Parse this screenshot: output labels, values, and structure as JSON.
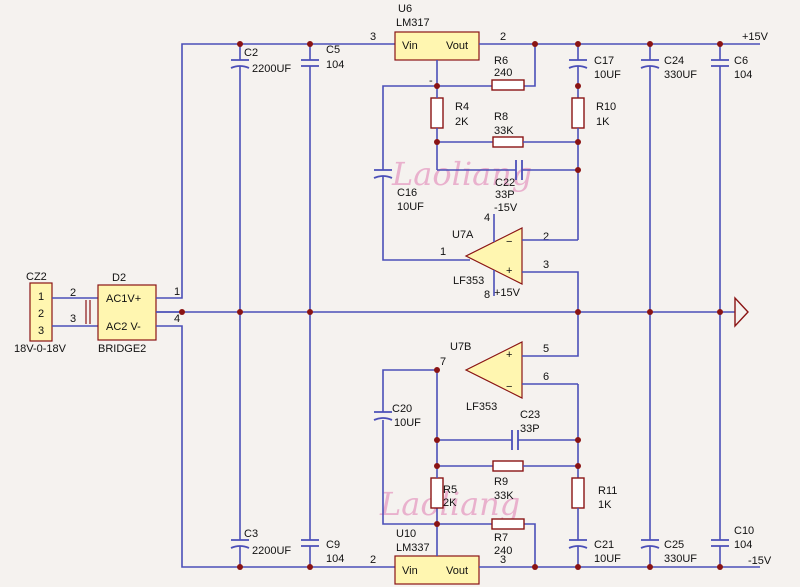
{
  "watermark": {
    "top": "Laoliang",
    "bottom": "Laoliang"
  },
  "cz2": {
    "ref": "CZ2",
    "pins": [
      "1",
      "2",
      "3"
    ],
    "value": "18V-0-18V",
    "wire_top": "2",
    "wire_bottom": "3"
  },
  "bridge": {
    "ref": "D2",
    "pin_ac1": "AC1V+",
    "pin_ac2": "AC2 V-",
    "value": "BRIDGE2",
    "out_pos": "1",
    "out_neg": "4"
  },
  "rails": {
    "pos": "+15V",
    "neg": "-15V"
  },
  "parts": {
    "C2": {
      "ref": "C2",
      "value": "2200UF"
    },
    "C5": {
      "ref": "C5",
      "value": "104"
    },
    "C3": {
      "ref": "C3",
      "value": "2200UF"
    },
    "C9": {
      "ref": "C9",
      "value": "104"
    },
    "U6": {
      "ref": "U6",
      "value": "LM317",
      "pin_in": "Vin",
      "pin_out": "Vout",
      "pin3": "3",
      "pin2": "2",
      "adj_mark": "-"
    },
    "U10": {
      "ref": "U10",
      "value": "LM337",
      "pin_in": "Vin",
      "pin_out": "Vout",
      "pin2": "2",
      "pin3": "3"
    },
    "R6": {
      "ref": "R6",
      "value": "240"
    },
    "R4": {
      "ref": "R4",
      "value": "2K"
    },
    "R8": {
      "ref": "R8",
      "value": "33K"
    },
    "R10": {
      "ref": "R10",
      "value": "1K"
    },
    "C16": {
      "ref": "C16",
      "value": "10UF"
    },
    "C22": {
      "ref": "C22",
      "value": "33P"
    },
    "C17": {
      "ref": "C17",
      "value": "10UF"
    },
    "C24": {
      "ref": "C24",
      "value": "330UF"
    },
    "C6": {
      "ref": "C6",
      "value": "104"
    },
    "U7A": {
      "ref": "U7A",
      "value": "LF353",
      "minus": "−",
      "plus": "+",
      "pin_out": "1",
      "pin_vneg": "4",
      "vneg": "-15V",
      "pin_vpos": "8",
      "vpos": "+15V",
      "pin_minus": "2",
      "pin_plus": "3"
    },
    "U7B": {
      "ref": "U7B",
      "value": "LF353",
      "plus": "+",
      "minus": "−",
      "pin_out": "7",
      "pin_plus": "5",
      "pin_minus": "6"
    },
    "R7": {
      "ref": "R7",
      "value": "240"
    },
    "R5": {
      "ref": "R5",
      "value": "2K"
    },
    "R9": {
      "ref": "R9",
      "value": "33K"
    },
    "R11": {
      "ref": "R11",
      "value": "1K"
    },
    "C20": {
      "ref": "C20",
      "value": "10UF"
    },
    "C23": {
      "ref": "C23",
      "value": "33P"
    },
    "C21": {
      "ref": "C21",
      "value": "10UF"
    },
    "C25": {
      "ref": "C25",
      "value": "330UF"
    },
    "C10": {
      "ref": "C10",
      "value": "104"
    }
  }
}
